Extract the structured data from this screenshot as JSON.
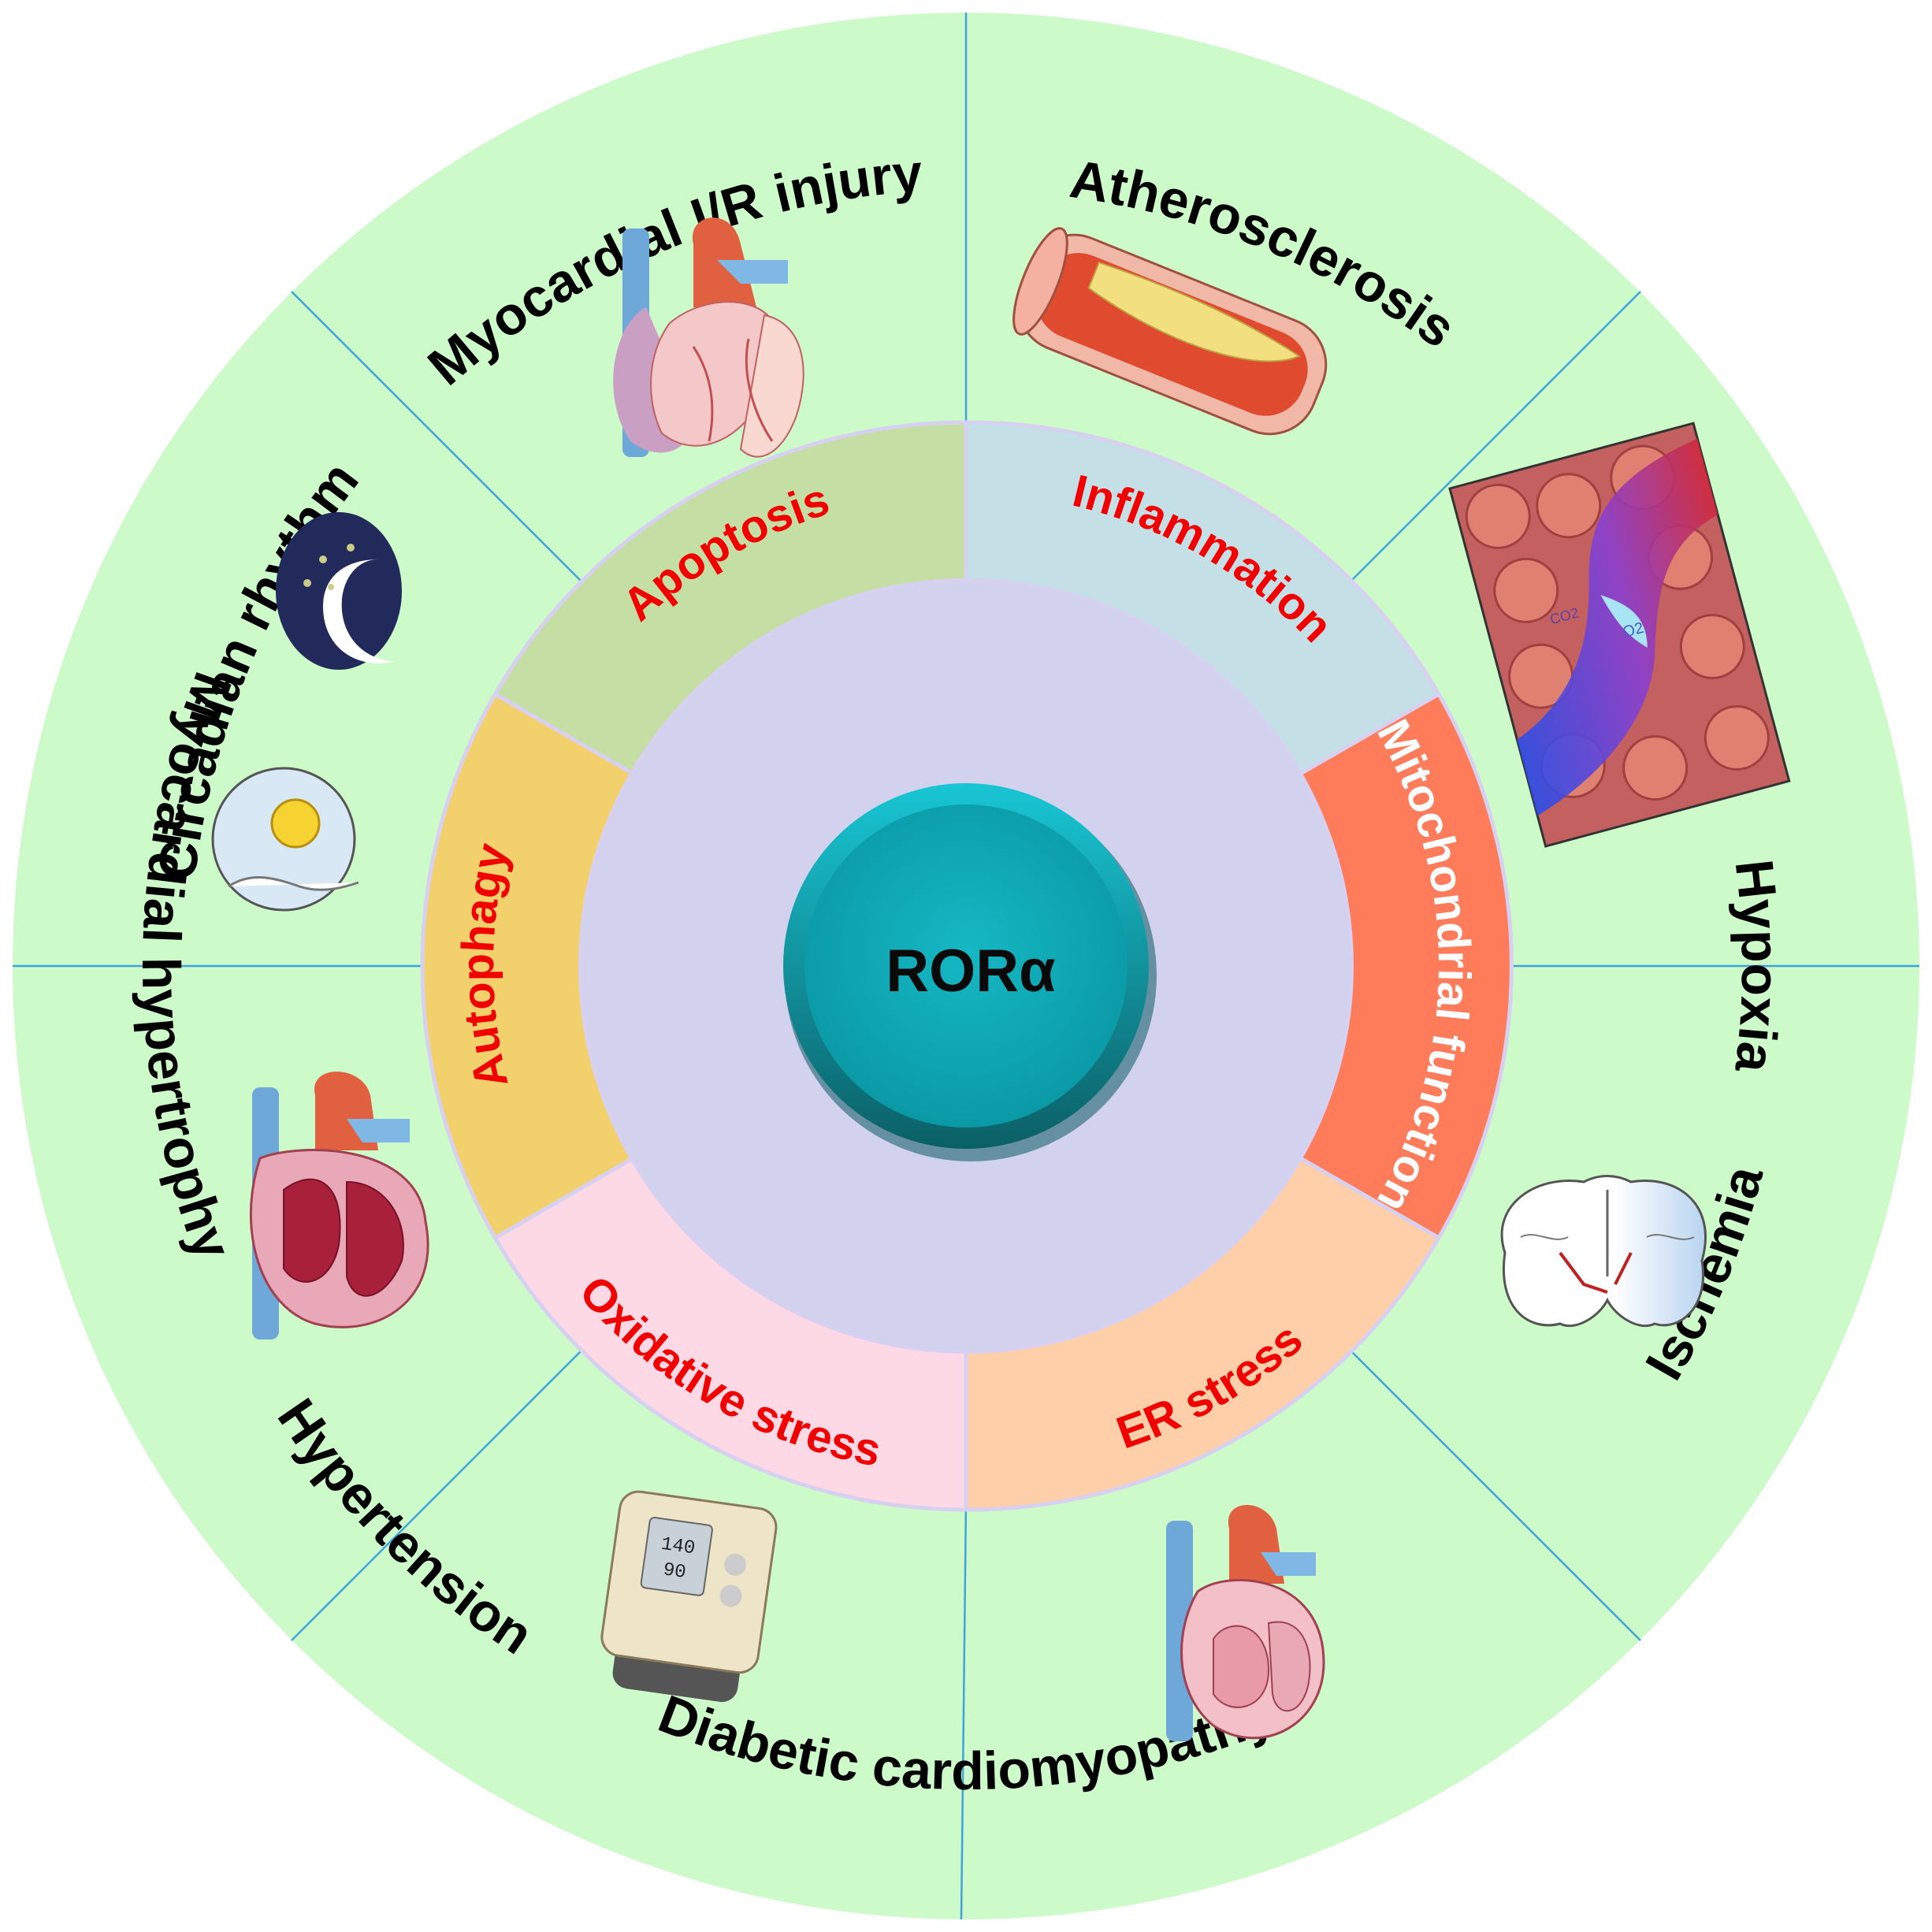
{
  "colors": {
    "outer_ring": "#ccfac8",
    "divider": "#3fa3dc",
    "inner_fill": "#d2d2ee",
    "center_outer": "#0f7d88",
    "center_inner": "#0fa9b6",
    "inner_label_red": "#f20000",
    "inner_label_white": "#ffffff"
  },
  "center": {
    "label": "RORα"
  },
  "outer_sectors": [
    {
      "id": "myocardial-ir-injury",
      "label": "Myocardial I/R  injury",
      "icon": "heart-icon"
    },
    {
      "id": "atherosclerosis",
      "label": "Atherosclerosis",
      "icon": "artery-plaque-icon"
    },
    {
      "id": "hypoxia",
      "label": "Hypoxia",
      "icon": "hypoxic-tissue-icon"
    },
    {
      "id": "ischemia",
      "label": "Ischemia",
      "icon": "brain-ischemia-icon"
    },
    {
      "id": "diabetic-cardiomyopathy",
      "label": "Diabetic cardiomyopathy",
      "icon": "heart-section-icon"
    },
    {
      "id": "hypertension",
      "label": "Hypertension",
      "icon": "blood-pressure-monitor-icon"
    },
    {
      "id": "myocardial-hypertrophy",
      "label": "Myocardial hypertrophy",
      "icon": "hypertrophic-heart-icon"
    },
    {
      "id": "circadian-rhythm",
      "label": "Circadian rhythm",
      "icon": "moon-and-sun-icon"
    }
  ],
  "inner_segments": [
    {
      "id": "apoptosis",
      "label": "Apoptosis",
      "color": "#c4dea4"
    },
    {
      "id": "inflammation",
      "label": "Inflammation",
      "color": "#c4e0e6"
    },
    {
      "id": "mitochondrial-function",
      "label": "Mitochondrial function",
      "color": "#fe7c5a"
    },
    {
      "id": "er-stress",
      "label": "ER stress",
      "color": "#fecfa8"
    },
    {
      "id": "oxidative-stress",
      "label": "Oxidative stress",
      "color": "#fdd9e6"
    },
    {
      "id": "autophagy",
      "label": "Autophagy",
      "color": "#f2d16c"
    }
  ],
  "icon_text": {
    "bp_systolic": "140",
    "bp_diastolic": "90",
    "gas_o2": "O2",
    "gas_co2": "CO2"
  }
}
